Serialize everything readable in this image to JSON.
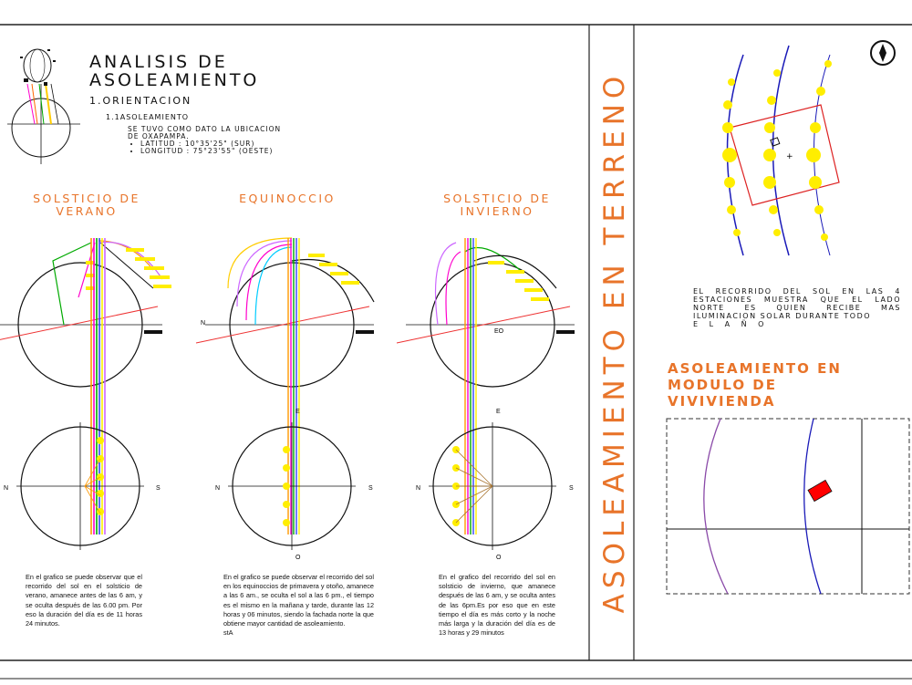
{
  "header": {
    "title_line1": "ANALISIS DE",
    "title_line2": "ASOLEAMIENTO",
    "section": "1.ORIENTACION",
    "subsection": "1.1ASOLEAMIENTO",
    "note_line1": "SE TUVO COMO DATO LA UBICACION",
    "note_line2": "DE OXAPAMPA.",
    "latitude": "LATITUD   : 10°35'25\" (SUR)",
    "longitude": "LONGITUD : 75°23'55\" (OESTE)"
  },
  "diagrams": [
    {
      "title1": "SOLSTICIO DE",
      "title2": "VERANO",
      "text": "En el grafico se puede observar que el recorrido del sol en el solsticio de verano, amanece antes de las 6 am, y se oculta después de las 6.00 pm. Por eso la duración del día  es de 11 horas 24 minutos."
    },
    {
      "title1": "EQUINOCCIO",
      "title2": "",
      "text": "En el grafico se puede observar el recorrido del sol en los equinoccios de primavera y otoño, amanece a las 6 am., se oculta el sol a las 6 pm., el tiempo es el   mismo en la mañana y tarde, durante las 12 horas y 06 minutos, siendo la fachada norte la que obtiene mayor cantidad de asoleamiento.",
      "extra": "stA"
    },
    {
      "title1": "SOLSTICIO DE",
      "title2": "INVIERNO",
      "text": "En el grafico del recorrido del sol en solsticio de invierno, que amanece después de las 6 am, y se oculta antes de las 6pm.Es por eso que en este tiempo el día es más corto y la noche más larga y la duración del día es de  13 horas y 29 minutos"
    }
  ],
  "labels": {
    "n": "N",
    "s": "S",
    "e": "E",
    "o": "O",
    "eo": "EO"
  },
  "vertical_title": "ASOLEAMIENTO EN TERRENO",
  "recorrido": "EL RECORRIDO DEL SOL EN LAS 4 ESTACIONES MUESTRA QUE EL LADO NORTE ES QUIEN RECIBE MAS ILUMINACION SOLAR DURANTE TODO",
  "recorrido_end": "E L   A Ñ O",
  "modulo_line1": "ASOLEAMIENTO EN",
  "modulo_line2": "MODULO DE",
  "modulo_line3": "VIVIVIENDA",
  "colors": {
    "accent": "#e8742a",
    "sun": "#ffee00",
    "path_blue": "#1a1ab8",
    "path_purple": "#8a4aa8",
    "house": "#ff0000"
  }
}
